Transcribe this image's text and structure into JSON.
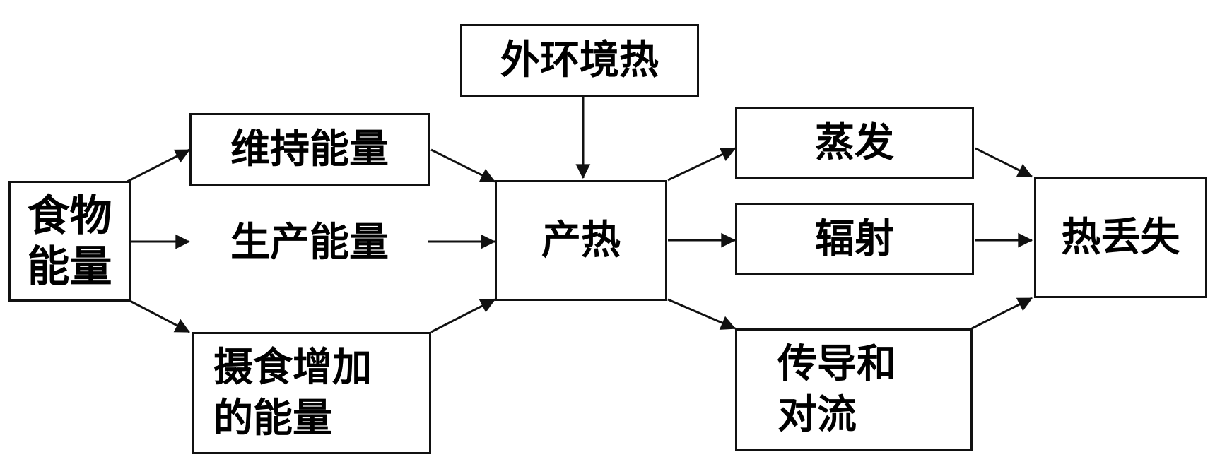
{
  "nodes": {
    "food_energy": "食物\n能量",
    "maintenance_energy": "维持能量",
    "production_energy": "生产能量",
    "feeding_energy": "摄食增加\n的能量",
    "external_heat": "外环境热",
    "heat_production": "产热",
    "evaporation": "蒸发",
    "radiation": "辐射",
    "conduction_convection": "传导和\n对流",
    "heat_loss": "热丢失"
  },
  "colors": {
    "stroke": "#111111",
    "text": "#000000",
    "background": "#ffffff"
  }
}
